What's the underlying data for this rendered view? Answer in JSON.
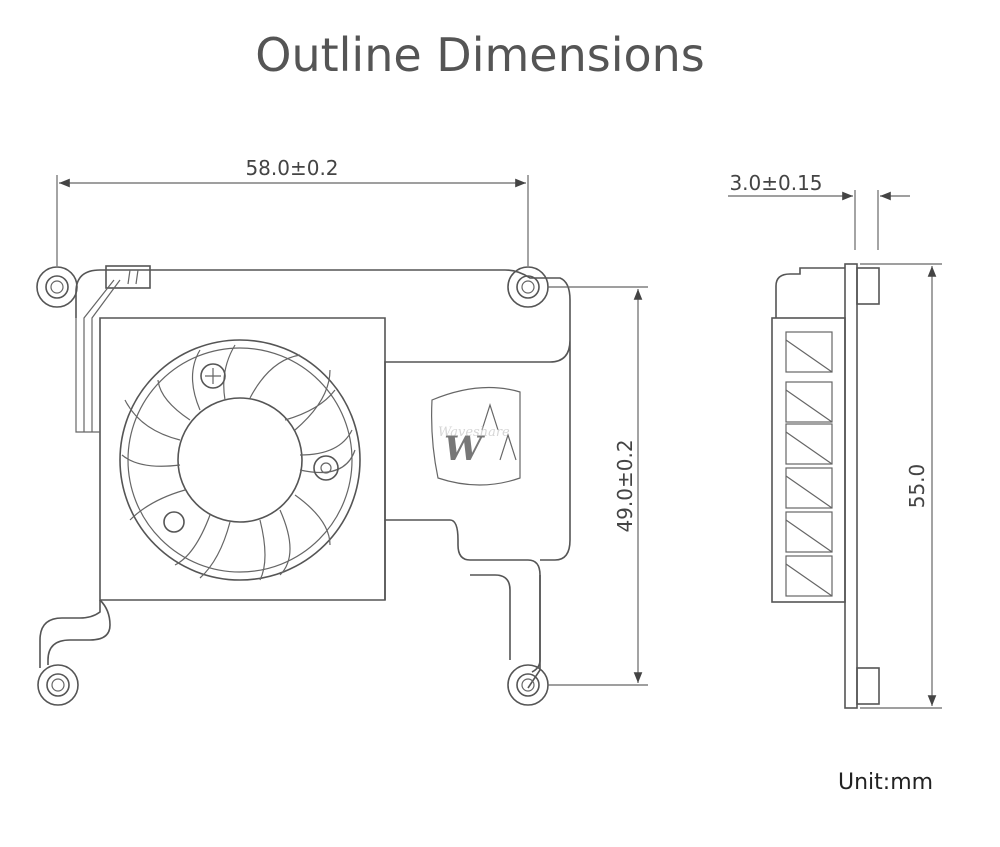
{
  "title": "Outline Dimensions",
  "unit_label": "Unit:mm",
  "dimensions": {
    "width": "58.0±0.2",
    "hole_spacing": "49.0±0.2",
    "thickness": "3.0±0.15",
    "height": "55.0"
  },
  "logo_text": "Waveshare"
}
